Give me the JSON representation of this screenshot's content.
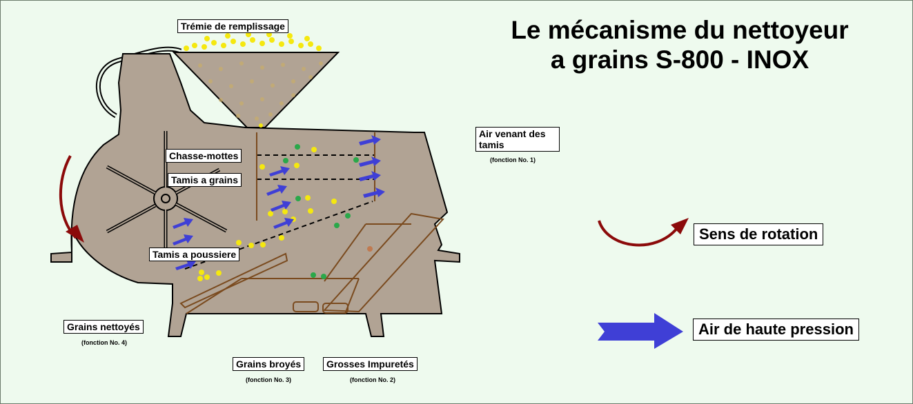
{
  "title": {
    "line1": "Le mécanisme du nettoyeur",
    "line2": "a grains S-800 - INOX"
  },
  "labels": {
    "hopper": "Trémie de remplissage",
    "chasse_mottes": "Chasse-mottes",
    "tamis_grains": "Tamis a grains",
    "tamis_poussiere": "Tamis a poussiere",
    "air_tamis": "Air venant des tamis",
    "air_tamis_sub": "(fonction No. 1)",
    "grains_nettoyes": "Grains nettoyés",
    "grains_nettoyes_sub": "(fonction No. 4)",
    "grains_broyes": "Grains broyés",
    "grains_broyes_sub": "(fonction No. 3)",
    "grosses_impuretes": "Grosses Impuretés",
    "grosses_impuretes_sub": "(fonction No. 2)"
  },
  "legend": {
    "rotation": "Sens de rotation",
    "air": "Air de haute pression"
  },
  "colors": {
    "machine": "#b1a394",
    "background": "#eefaee",
    "rotation_arrow": "#8b0a0a",
    "air_arrow": "#3f3fd6",
    "grain_yellow": "#f5e80f",
    "impurity_green": "#2aa84a",
    "wall_brown": "#7a4a1e"
  }
}
